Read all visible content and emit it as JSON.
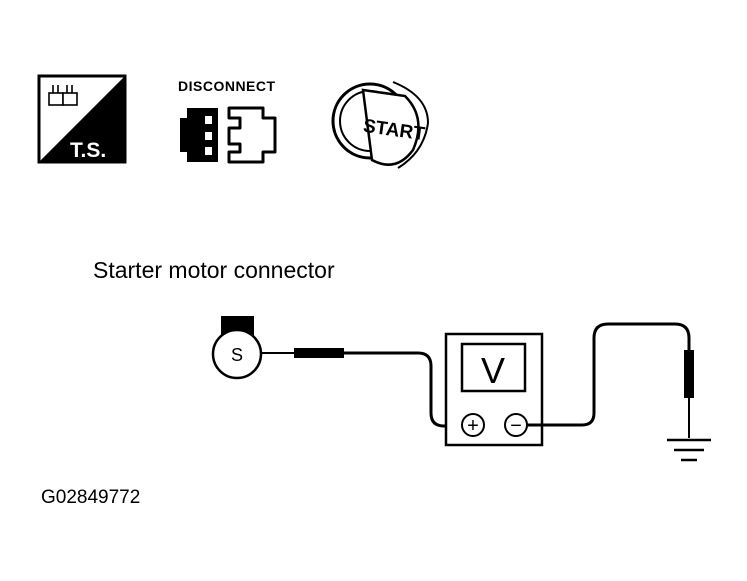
{
  "icons": {
    "trouble_shooting": {
      "label": "T.S.",
      "icon": "trouble-shooting-icon"
    },
    "disconnect": {
      "label": "DISCONNECT",
      "icon": "connector-disconnect-icon"
    },
    "ignition": {
      "label": "START",
      "icon": "ignition-key-start-icon"
    }
  },
  "diagram": {
    "title": "Starter motor connector",
    "terminal": "S",
    "meter": "V",
    "plus": "+",
    "minus": "−"
  },
  "figure_id": "G02849772"
}
